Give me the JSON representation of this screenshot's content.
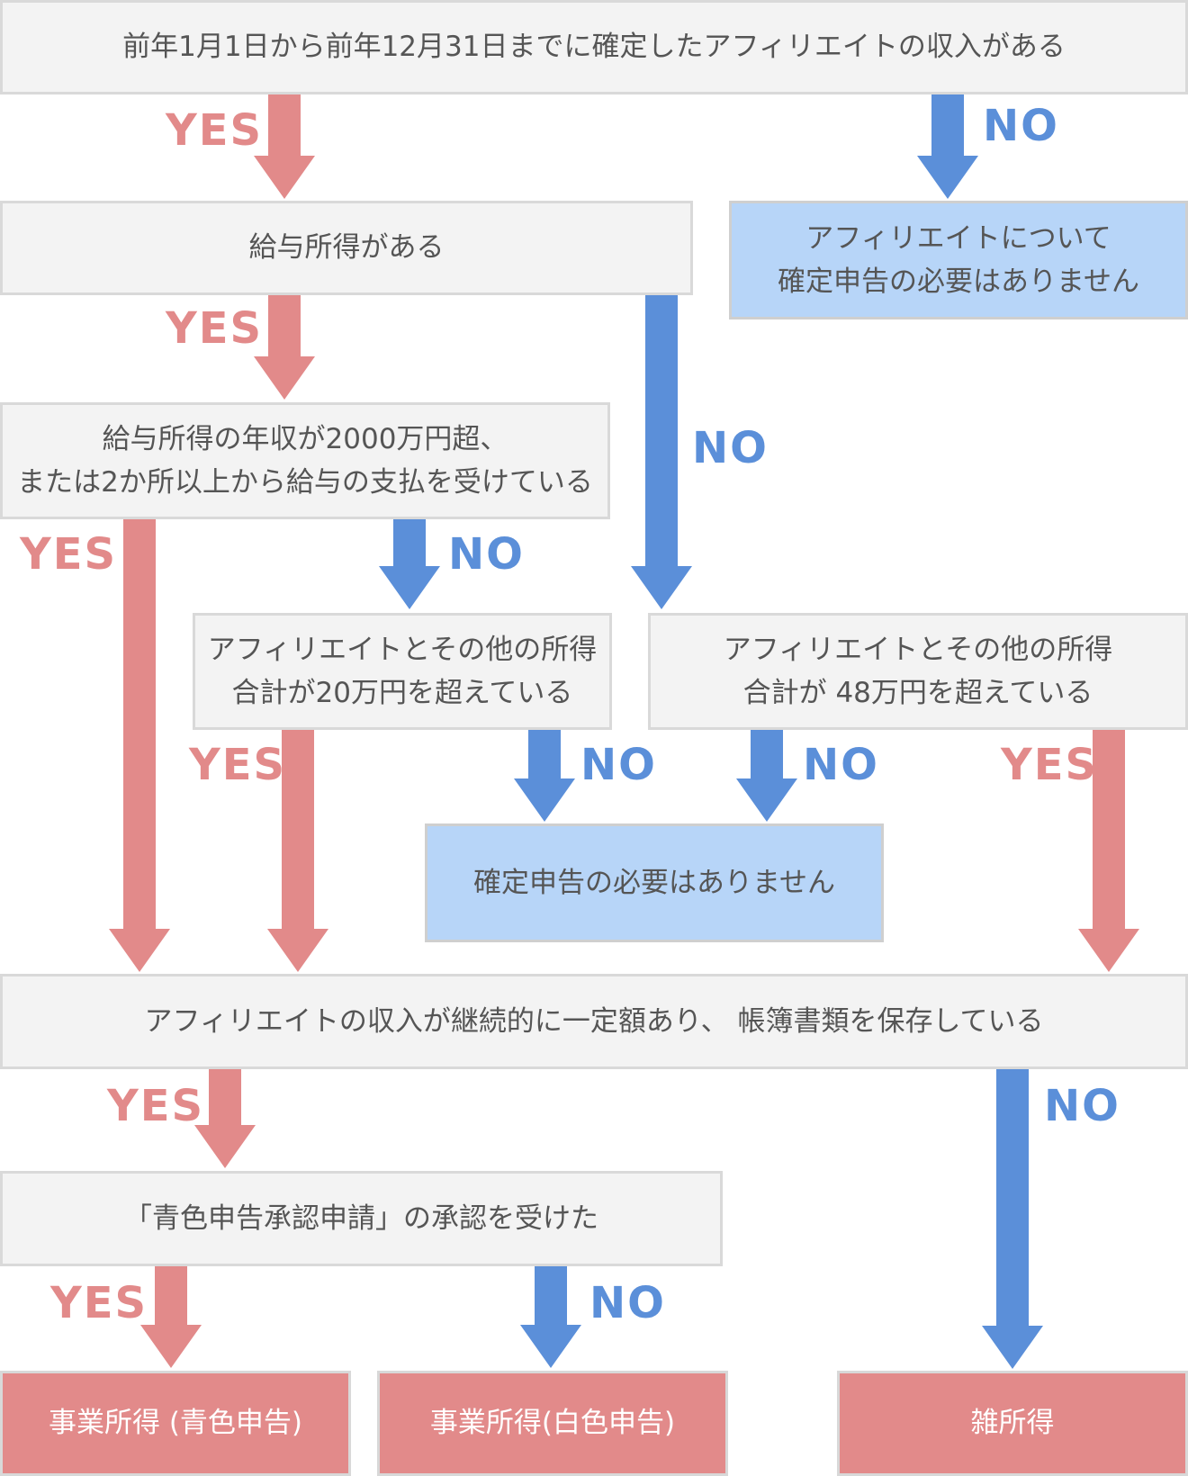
{
  "colors": {
    "yes": "#e28a8a",
    "no": "#5b8fd9",
    "box_bg": "#f3f3f3",
    "box_border": "#d9d9d9",
    "info_bg": "#b7d5f8",
    "result_bg": "#e28a8a"
  },
  "labels": {
    "yes": "YES",
    "no": "NO"
  },
  "nodes": {
    "q_affiliate_income": {
      "lines": [
        "前年1月1日から前年12月31日までに確定したアフィリエイトの収入がある"
      ]
    },
    "q_salary": {
      "lines": [
        "給与所得がある"
      ]
    },
    "info_no_filing_affiliate": {
      "lines": [
        "アフィリエイトについて",
        "確定申告の必要はありません"
      ]
    },
    "q_salary_over": {
      "lines": [
        "給与所得の年収が2000万円超、",
        "または2か所以上から給与の支払を受けている"
      ]
    },
    "q_other_income_20": {
      "lines": [
        "アフィリエイトとその他の所得",
        "合計が20万円を超えている"
      ]
    },
    "q_other_income_48": {
      "lines": [
        "アフィリエイトとその他の所得",
        "合計が 48万円を超えている"
      ]
    },
    "info_no_filing": {
      "lines": [
        "確定申告の必要はありません"
      ]
    },
    "q_continuous": {
      "lines": [
        "アフィリエイトの収入が継続的に一定額あり、 帳簿書類を保存している"
      ]
    },
    "q_blue_approval": {
      "lines": [
        "「青色申告承認申請」の承認を受けた"
      ]
    },
    "result_business_blue": {
      "lines": [
        "事業所得 (青色申告)"
      ]
    },
    "result_business_white": {
      "lines": [
        "事業所得(白色申告)"
      ]
    },
    "result_misc": {
      "lines": [
        "雑所得"
      ]
    }
  },
  "edges": [
    {
      "from": "q_affiliate_income",
      "to": "q_salary",
      "answer": "yes"
    },
    {
      "from": "q_affiliate_income",
      "to": "info_no_filing_affiliate",
      "answer": "no"
    },
    {
      "from": "q_salary",
      "to": "q_salary_over",
      "answer": "yes"
    },
    {
      "from": "q_salary",
      "to": "q_other_income_48",
      "answer": "no"
    },
    {
      "from": "q_salary_over",
      "to": "q_continuous",
      "answer": "yes"
    },
    {
      "from": "q_salary_over",
      "to": "q_other_income_20",
      "answer": "no"
    },
    {
      "from": "q_other_income_20",
      "to": "q_continuous",
      "answer": "yes"
    },
    {
      "from": "q_other_income_20",
      "to": "info_no_filing",
      "answer": "no"
    },
    {
      "from": "q_other_income_48",
      "to": "info_no_filing",
      "answer": "no"
    },
    {
      "from": "q_other_income_48",
      "to": "q_continuous",
      "answer": "yes"
    },
    {
      "from": "q_continuous",
      "to": "q_blue_approval",
      "answer": "yes"
    },
    {
      "from": "q_continuous",
      "to": "result_misc",
      "answer": "no"
    },
    {
      "from": "q_blue_approval",
      "to": "result_business_blue",
      "answer": "yes"
    },
    {
      "from": "q_blue_approval",
      "to": "result_business_white",
      "answer": "no"
    }
  ]
}
